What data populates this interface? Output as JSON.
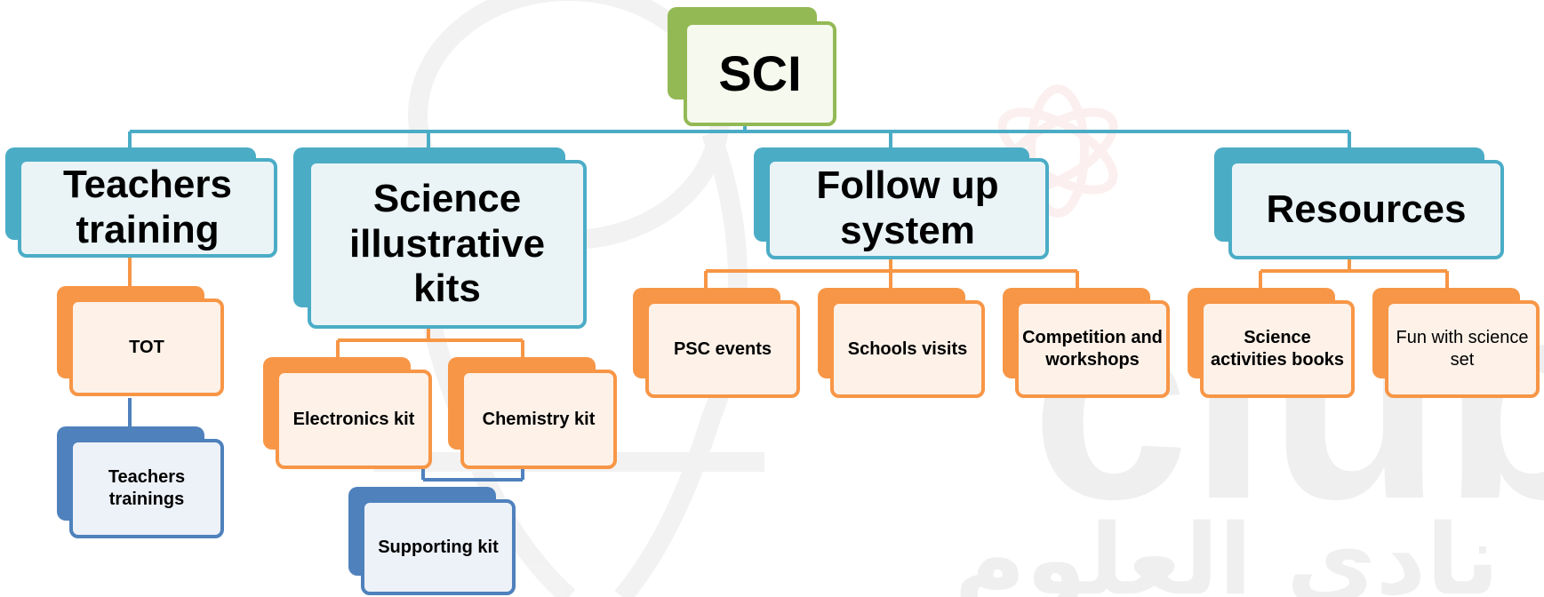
{
  "diagram": {
    "root": {
      "label": "SCI"
    },
    "branches": {
      "teachers_training": {
        "label": "Teachers training",
        "children": {
          "tot": "TOT",
          "teachers_trainings": "Teachers trainings"
        }
      },
      "science_kits": {
        "label": "Science illustrative kits",
        "children": {
          "electronics": "Electronics kit",
          "chemistry": "Chemistry kit",
          "supporting": "Supporting kit"
        }
      },
      "follow_up": {
        "label": "Follow up system",
        "children": {
          "psc_events": "PSC events",
          "schools_visits": "Schools visits",
          "competition": "Competition and workshops"
        }
      },
      "resources": {
        "label": "Resources",
        "children": {
          "activities_books": "Science activities books",
          "fun_set": "Fun with science set"
        }
      }
    }
  },
  "watermark": {
    "text_lines": [
      "club",
      "نادي العلوم"
    ]
  },
  "colors": {
    "root": "#93b955",
    "level1": "#4bacc6",
    "level2": "#f79646",
    "level3": "#4f81bd"
  }
}
